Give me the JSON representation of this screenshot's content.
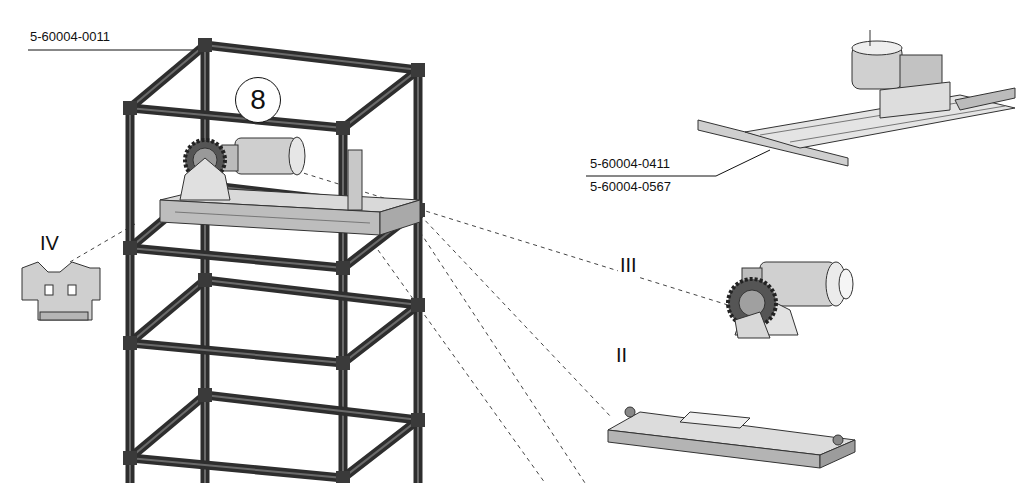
{
  "diagram": {
    "nodes": [
      {
        "text": [
          "8"
        ]
      }
    ],
    "labels": [
      "5-60004-0011",
      "IV",
      "III",
      "II",
      "5-60004-0411",
      "5-60004-0567"
    ]
  }
}
